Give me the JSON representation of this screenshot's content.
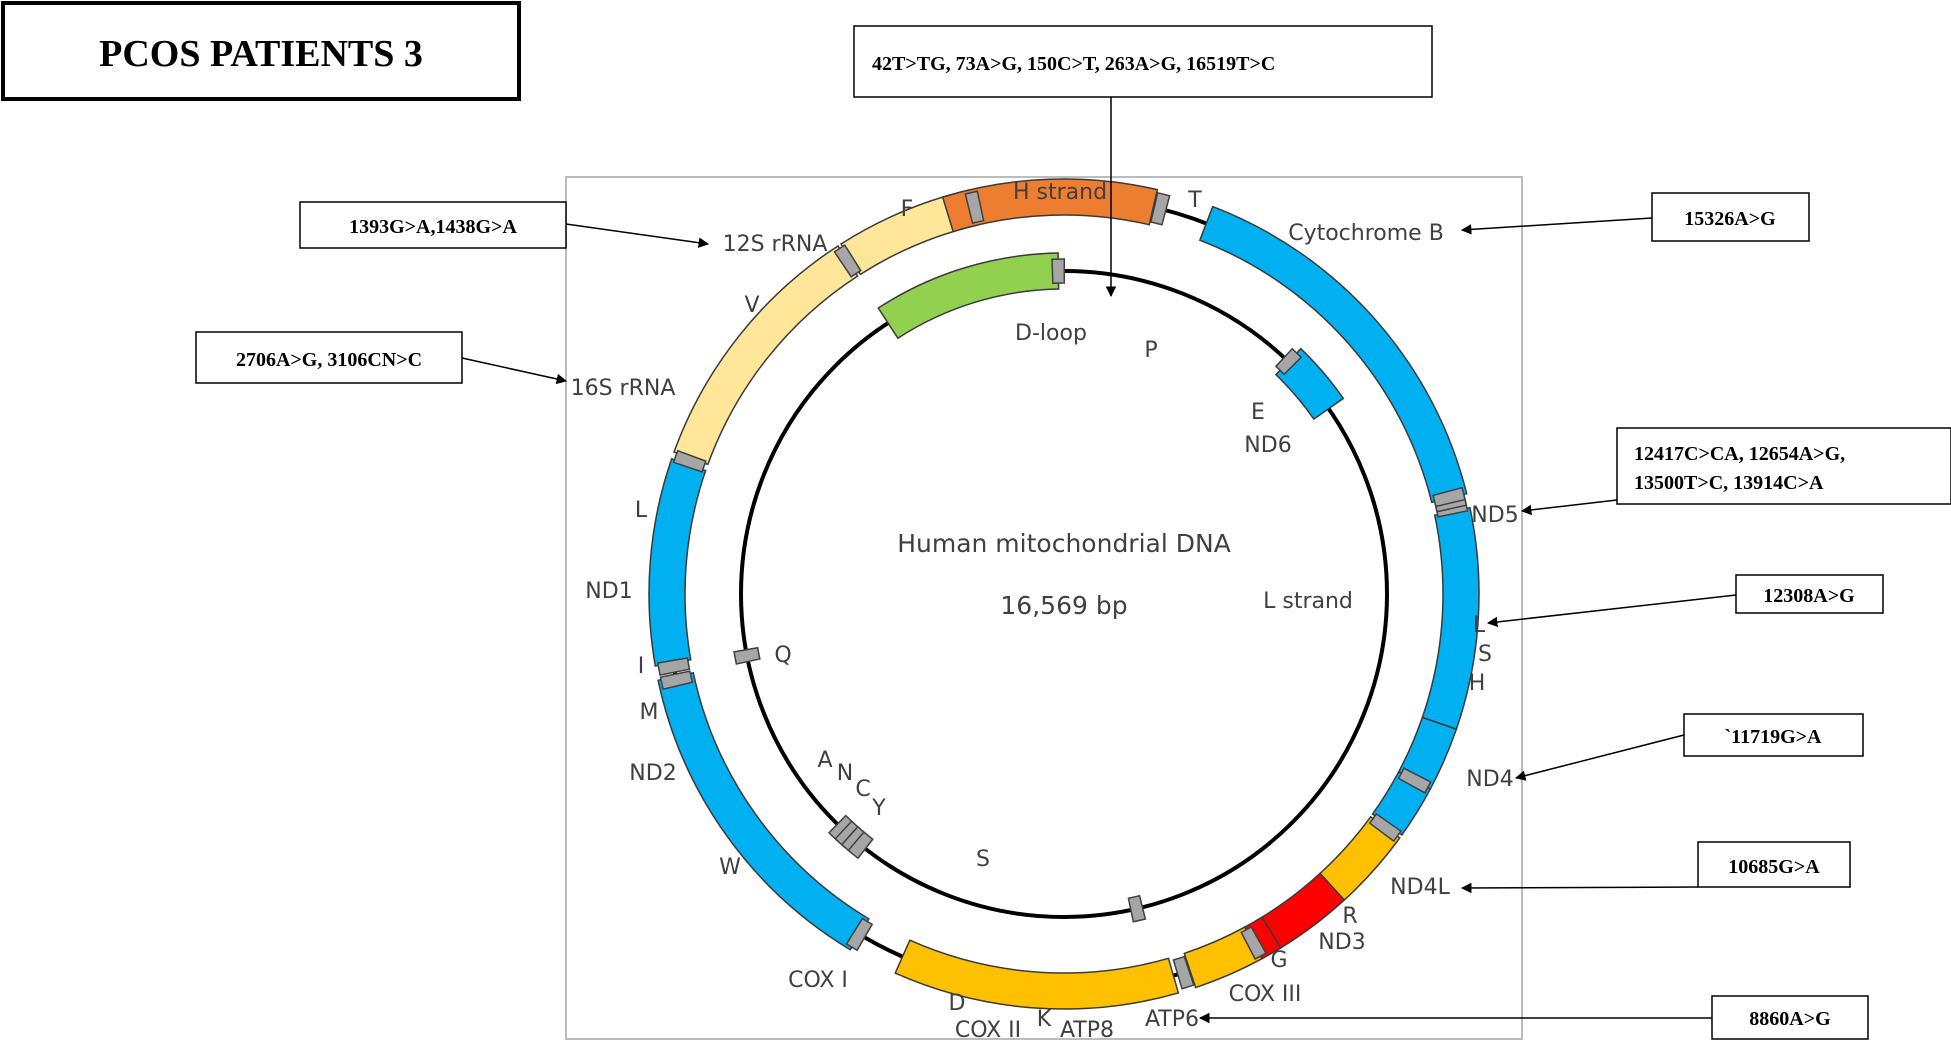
{
  "title": "PCOS PATIENTS 3",
  "center": {
    "name": "Human mitochondrial DNA",
    "size": "16,569 bp"
  },
  "strands": {
    "h": "H strand",
    "l": "L strand"
  },
  "genes": {
    "s12": "12S rRNA",
    "s16": "16S rRNA",
    "nd1": "ND1",
    "nd2": "ND2",
    "cox1": "COX I",
    "cox2": "COX II",
    "atp8": "ATP8",
    "atp6": "ATP6",
    "cox3": "COX III",
    "nd3": "ND3",
    "nd4l": "ND4L",
    "nd4": "ND4",
    "nd5": "ND5",
    "nd6": "ND6",
    "cytb": "Cytochrome B",
    "dloop": "D-loop"
  },
  "trnas": {
    "f": "F",
    "v": "V",
    "l1": "L",
    "i": "I",
    "m": "M",
    "q": "Q",
    "w": "W",
    "a": "A",
    "n": "N",
    "c": "C",
    "y": "Y",
    "s1": "S",
    "d": "D",
    "k": "K",
    "g": "G",
    "r": "R",
    "h": "H",
    "s2": "S",
    "l2": "L",
    "e": "E",
    "t": "T",
    "p": "P"
  },
  "mutations": {
    "dloop": "42T>TG, 73A>G, 150C>T, 263A>G, 16519T>C",
    "rrna12s": "1393G>A,1438G>A",
    "rrna16s": "2706A>G, 3106CN>C",
    "cytb": "15326A>G",
    "nd5_line1": "12417C>CA, 12654A>G,",
    "nd5_line2": "13500T>C, 13914C>A",
    "trna_l": "12308A>G",
    "nd4": "`11719G>A",
    "nd4l": "10685G>A",
    "atp6": "8860A>G"
  },
  "colors": {
    "rrna": "#FFE699",
    "nd": "#00B0F0",
    "cox": "#FFC000",
    "atp": "#FF0000",
    "cytb": "#ED7D31",
    "dloop": "#92D050",
    "trna": "#A6A6A6",
    "strand": "#000000"
  }
}
